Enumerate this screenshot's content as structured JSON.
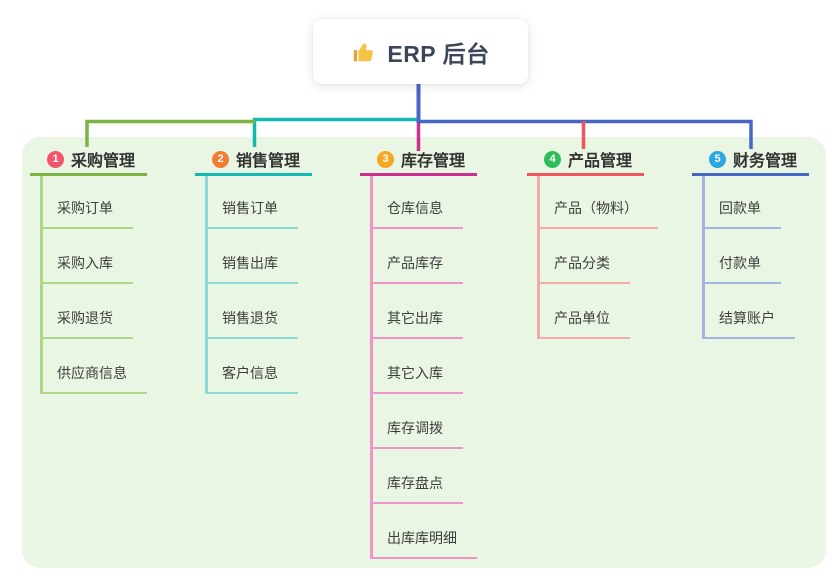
{
  "root": {
    "label": "ERP 后台",
    "icon": "thumbs-up-icon"
  },
  "colors": {
    "root_connector": "#4a63c8",
    "container_bg": "#e9f6e3",
    "title_text": "#333333",
    "child_text": "#3e3e3e",
    "root_text": "#3d4659",
    "thumb_yellow": "#f6c244"
  },
  "branches": [
    {
      "number": "1",
      "title": "采购管理",
      "circle_color": "#f1556c",
      "line_color": "#7cb342",
      "child_line_color": "#abd787",
      "children": [
        "采购订单",
        "采购入库",
        "采购退货",
        "供应商信息"
      ]
    },
    {
      "number": "2",
      "title": "销售管理",
      "circle_color": "#f07e30",
      "line_color": "#12b9b1",
      "child_line_color": "#8bdad5",
      "children": [
        "销售订单",
        "销售出库",
        "销售退货",
        "客户信息"
      ]
    },
    {
      "number": "3",
      "title": "库存管理",
      "circle_color": "#f7a620",
      "line_color": "#cc2f90",
      "child_line_color": "#ed95c6",
      "children": [
        "仓库信息",
        "产品库存",
        "其它出库",
        "其它入库",
        "库存调拨",
        "库存盘点",
        "出库库明细"
      ]
    },
    {
      "number": "4",
      "title": "产品管理",
      "circle_color": "#2fbd5b",
      "line_color": "#f1555c",
      "child_line_color": "#f7aba8",
      "children": [
        "产品（物料）",
        "产品分类",
        "产品单位"
      ]
    },
    {
      "number": "5",
      "title": "财务管理",
      "circle_color": "#2ba7e3",
      "line_color": "#4666c6",
      "child_line_color": "#a3b4e2",
      "children": [
        "回款单",
        "付款单",
        "结算账户"
      ]
    }
  ]
}
